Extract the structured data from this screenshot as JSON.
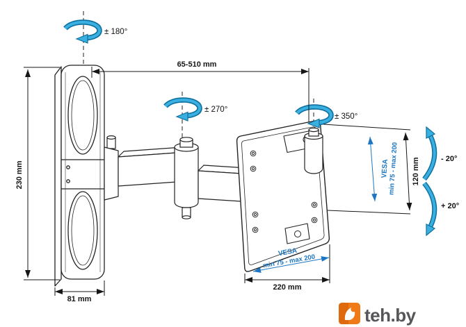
{
  "colors": {
    "line": "#1c1c1c",
    "rotation_arrow": "#3ab0e0",
    "rotation_arrow_outline": "#0e6f9e",
    "vesa_blue": "#1d76c2",
    "logo_orange": "#ee7a18",
    "logo_text_gray": "#56565a"
  },
  "icons": {
    "rotation_arrow": "circular-rotation-arrow",
    "tilt_arrow": "curved-tilt-arrow",
    "logo_mark": "orange-flame-square"
  },
  "annotations": {
    "rotation_top": "± 180°",
    "rotation_middle": "± 270°",
    "rotation_front": "± 350°",
    "tilt_minus": "- 20°",
    "tilt_plus": "+ 20°"
  },
  "dimensions": {
    "extension_range": "65-510 mm",
    "plate_height": "230 mm",
    "plate_width": "81 mm",
    "panel_width": "220 mm",
    "panel_height": "120 mm"
  },
  "vesa": {
    "label": "VESA",
    "range": "min 75 - max 200"
  },
  "logo": {
    "text": "teh.by"
  }
}
